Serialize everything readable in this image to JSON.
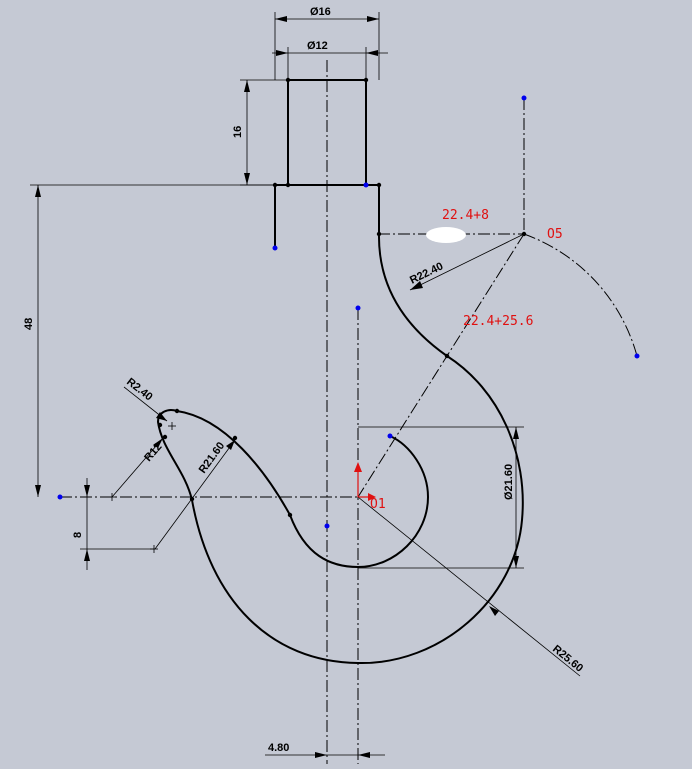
{
  "colors": {
    "background": "#c5c9d4",
    "geometry": "#000000",
    "annotation": "#e01010",
    "points": "#0000ee"
  },
  "dimensions": {
    "dia16": "Ø16",
    "dia12": "Ø12",
    "len16": "16",
    "len48": "48",
    "len8": "8",
    "r2_40": "R2.40",
    "r12": "R12",
    "r21_60": "R21.60",
    "r22_40": "R22.40",
    "dia21_60": "Ø21.60",
    "r25_60": "R25.60",
    "offset4_80": "4.80"
  },
  "annotations": {
    "sum_8": "22.4+8",
    "sum_25_6": "22.4+25.6",
    "o5": "O5",
    "o1": "O1"
  }
}
